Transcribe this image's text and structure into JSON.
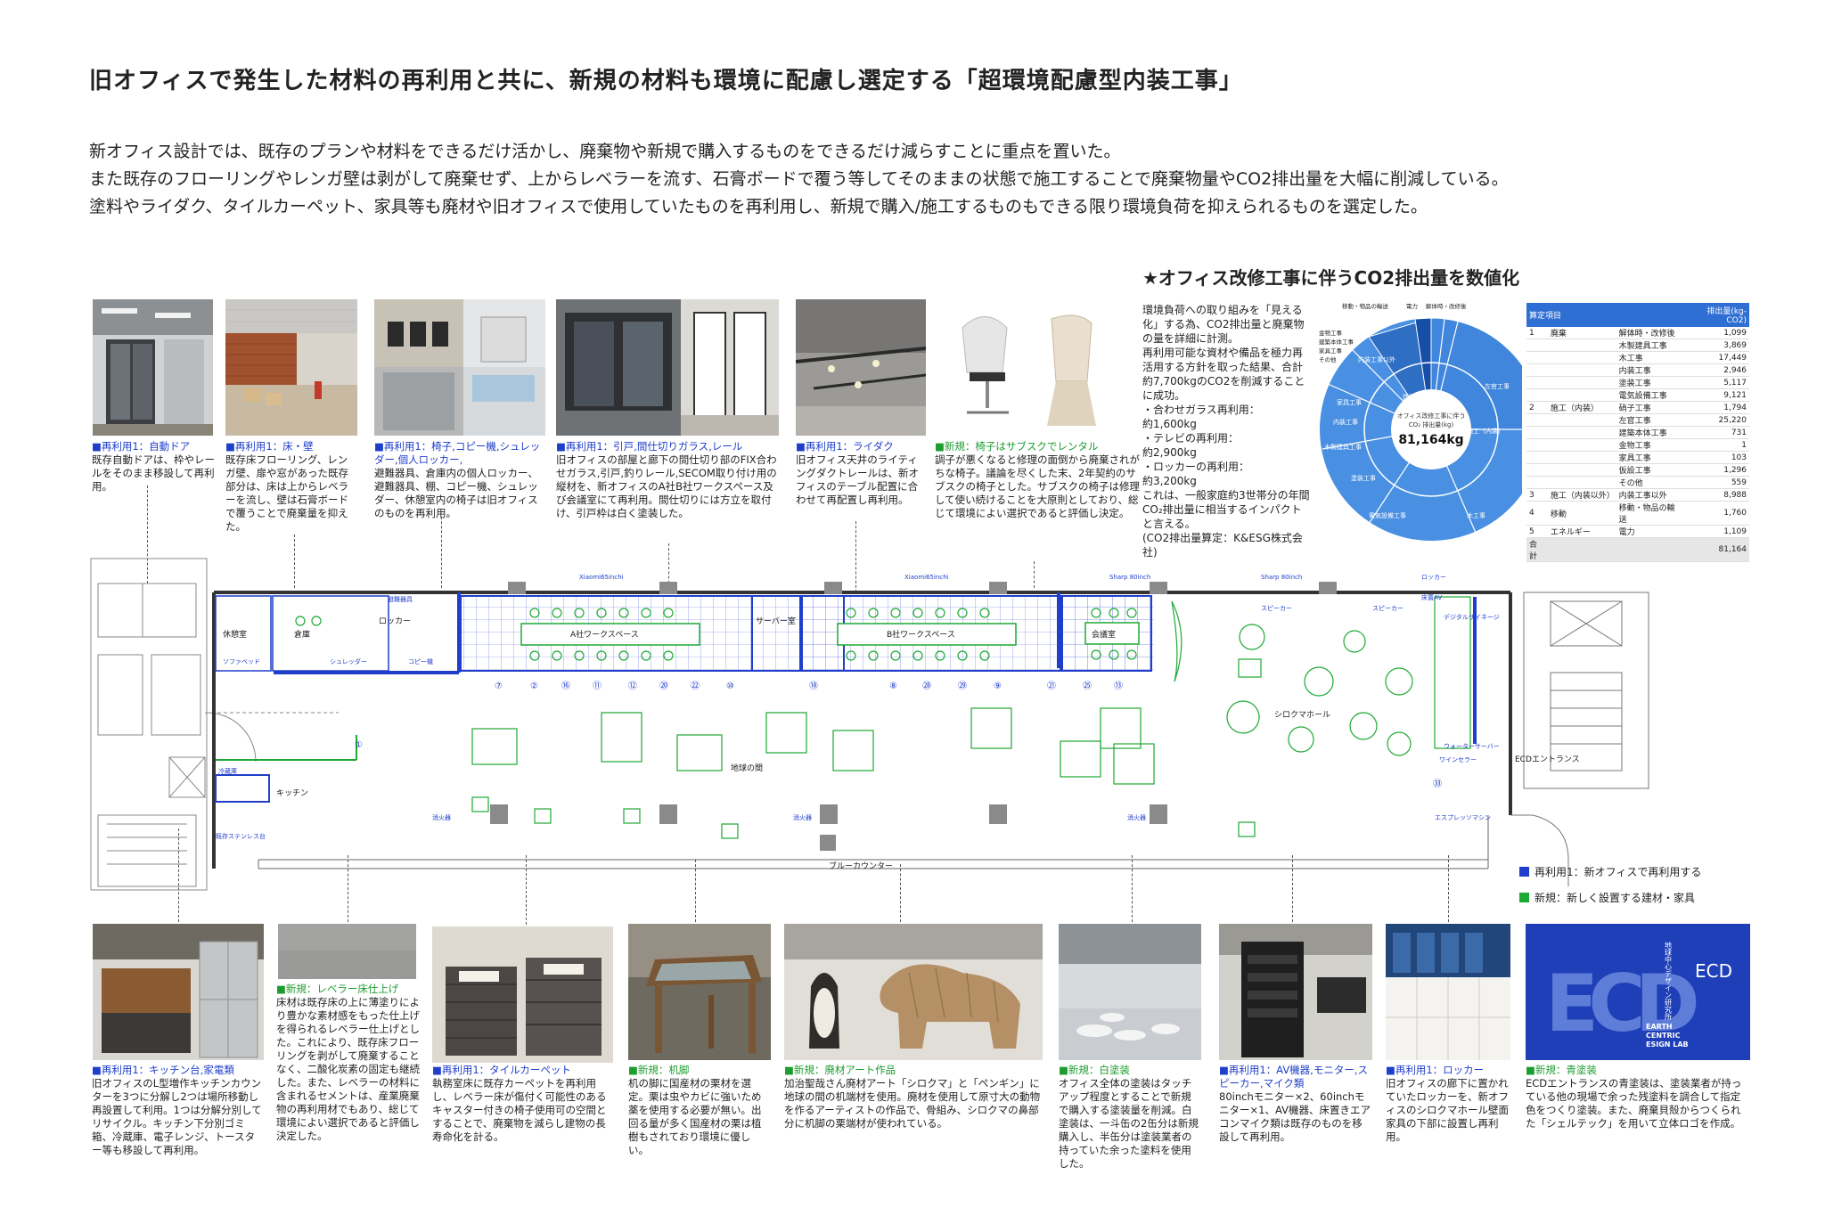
{
  "title": "旧オフィスで発生した材料の再利用と共に、新規の材料も環境に配慮し選定する「超環境配慮型内装工事」",
  "intro": [
    "新オフィス設計では、既存のプランや材料をできるだけ活かし、廃棄物や新規で購入するものをできるだけ減らすことに重点を置いた。",
    "また既存のフローリングやレンガ壁は剥がして廃棄せず、上からレベラーを流す、石膏ボードで覆う等してそのままの状態で施工することで廃棄物量やCO2排出量を大幅に削減している。",
    "塗料やライダク、タイルカーペット、家具等も廃材や旧オフィスで使用していたものを再利用し、新規で購入/施工するものもできる限り環境負荷を抑えられるものを選定した。"
  ],
  "top_items": [
    {
      "tag": "■再利用1：自動ドア",
      "text": "既存自動ドアは、枠やレールをそのまま移設して再利用。"
    },
    {
      "tag": "■再利用1：床・壁",
      "text": "既存床フローリング、レンガ壁、扉や窓があった既存部分は、床は上からレベラーを流し、壁は石膏ボードで覆うことで廃棄量を抑えた。"
    },
    {
      "tag": "■再利用1：椅子,コピー機,シュレッダー,個人ロッカー,",
      "text": "避難器具、倉庫内の個人ロッカー、避難器具、棚、コピー機、シュレッダー、休憩室内の椅子は旧オフィスのものを再利用。"
    },
    {
      "tag": "■再利用1：引戸,間仕切りガラス,レール",
      "text": "旧オフィスの部屋と廊下の間仕切り部のFIX合わせガラス,引戸,釣りレール,SECOM取り付け用の縦材を、新オフィスのA社B社ワークスペース及び会議室にて再利用。間仕切りには方立を取付け、引戸枠は白く塗装した。"
    },
    {
      "tag": "■再利用1：ライダク",
      "text": "旧オフィス天井のライティングダクトレールは、新オフィスのテーブル配置に合わせて再配置し再利用。"
    },
    {
      "tag": "■新規：椅子はサブスクでレンタル",
      "text": "調子が悪くなると修理の面倒から廃棄されがちな椅子。議論を尽くした末、2年契約のサブスクの椅子とした。サブスクの椅子は修理して使い続けることを大原則としており、総じて環境によい選択であると評価し決定。"
    }
  ],
  "co2": {
    "title": "★オフィス改修工事に伴うCO2排出量を数値化",
    "text": [
      "環境負荷への取り組みを「見える化」する為、CO2排出量と廃棄物の量を詳細に計測。",
      "再利用可能な資材や備品を極力再活用する方針を取った結果、合計約7,700kgのCO2を削減することに成功。",
      "・合わせガラス再利用：",
      "約1,600kg",
      "・テレビの再利用：",
      "約2,900kg",
      "・ロッカーの再利用：",
      "約3,200kg",
      "これは、一般家庭約3世帯分の年間CO₂排出量に相当するインパクトと言える。",
      "(CO2排出量算定：K&ESG株式会社)"
    ],
    "donut_center": [
      "オフィス改修工事に伴う",
      "CO₂ 排出量(kg)",
      "81,164kg"
    ],
    "donut_labels": [
      "左官工事",
      "施工（内装）",
      "木工事",
      "電気設備工事",
      "塗装工事",
      "木製建具工事",
      "内装工事",
      "家具工事",
      "内装工事以外",
      "建築本体工事",
      "仮設工事",
      "移動・物品の輸送",
      "電力",
      "解体時・改修後",
      "金物工事",
      "建築本体工事",
      "家具工事",
      "その他"
    ],
    "table_head": [
      "算定項目",
      "",
      "排出量(kg-CO2)"
    ],
    "rows": [
      {
        "no": "1",
        "group": "廃棄",
        "item": "解体時・改修後",
        "val": "1,099"
      },
      {
        "no": "",
        "group": "",
        "item": "木製建具工事",
        "val": "3,869"
      },
      {
        "no": "",
        "group": "",
        "item": "木工事",
        "val": "17,449"
      },
      {
        "no": "",
        "group": "",
        "item": "内装工事",
        "val": "2,946"
      },
      {
        "no": "",
        "group": "",
        "item": "塗装工事",
        "val": "5,117"
      },
      {
        "no": "",
        "group": "",
        "item": "電気設備工事",
        "val": "9,121"
      },
      {
        "no": "2",
        "group": "施工（内装）",
        "item": "硝子工事",
        "val": "1,794"
      },
      {
        "no": "",
        "group": "",
        "item": "左官工事",
        "val": "25,220"
      },
      {
        "no": "",
        "group": "",
        "item": "建築本体工事",
        "val": "731"
      },
      {
        "no": "",
        "group": "",
        "item": "金物工事",
        "val": "1"
      },
      {
        "no": "",
        "group": "",
        "item": "家具工事",
        "val": "103"
      },
      {
        "no": "",
        "group": "",
        "item": "仮設工事",
        "val": "1,296"
      },
      {
        "no": "",
        "group": "",
        "item": "その他",
        "val": "559"
      },
      {
        "no": "3",
        "group": "施工（内装以外）",
        "item": "内装工事以外",
        "val": "8,988"
      },
      {
        "no": "4",
        "group": "移動",
        "item": "移動・物品の輸送",
        "val": "1,760"
      },
      {
        "no": "5",
        "group": "エネルギー",
        "item": "電力",
        "val": "1,109"
      },
      {
        "no": "合計",
        "group": "",
        "item": "",
        "val": "81,164"
      }
    ]
  },
  "plan": {
    "rooms": [
      "休憩室",
      "倉庫",
      "ロッカー",
      "A社ワークスペース",
      "サーバー室",
      "B社ワークスペース",
      "会議室",
      "シロクマホール",
      "地球の間",
      "キッチン",
      "ECDエントランス",
      "ブルーカウンター",
      "スピーカー",
      "スピーカー",
      "ロッカー",
      "床置AV",
      "デジタルサイネージ",
      "ソファベッド",
      "シュレッダー",
      "コピー機",
      "既存ステンレス台",
      "冷蔵庫",
      "ウォーターサーバー",
      "ワインセラー",
      "エスプレッソマシン",
      "消火器",
      "消火器",
      "消火器",
      "Xiaomi65inchi",
      "Xiaomi65inchi",
      "Sharp 80inch",
      "Sharp 80inch",
      "避難器具"
    ],
    "numbers": [
      "⑦",
      "②",
      "⑯",
      "⑪",
      "⑫",
      "⑳",
      "㉒",
      "⑩",
      "⑱",
      "⑧",
      "㉘",
      "㉙",
      "⑨",
      "㉑",
      "㉕",
      "⑬",
      "①",
      "㉝"
    ]
  },
  "legend": [
    {
      "label": "再利用1：新オフィスで再利用する",
      "color": "#1f3ec9"
    },
    {
      "label": "新規：新しく設置する建材・家具",
      "color": "#1ea834"
    }
  ],
  "bottom_items": [
    {
      "tag": "■再利用1：キッチン台,家電類",
      "text": "旧オフィスのL型増作キッチンカウンターを3つに分解し2つは場所移動し再設置して利用。1つは分解分別してリサイクル。キッチン下分別ゴミ箱、冷蔵庫、電子レンジ、トースター等も移設して再利用。"
    },
    {
      "tag": "■新規：レベラー床仕上げ",
      "text": "床材は既存床の上に薄塗りにより豊かな素材感をもった仕上げを得られるレベラー仕上げとした。これにより、既存床フローリングを剥がして廃棄することなく、二酸化炭素の固定も継続した。また、レベラーの材料に含まれるセメントは、産業廃棄物の再利用材でもあり、総じて環境によい選択であると評価し決定した。"
    },
    {
      "tag": "■再利用1：タイルカーペット",
      "text": "執務室床に既存カーペットを再利用し、レベラー床が傷付く可能性のあるキャスター付きの椅子使用可の空間とすることで、廃棄物を減らし建物の長寿命化を計る。"
    },
    {
      "tag": "■新規：机脚",
      "text": "机の脚に国産材の栗材を選定。栗は虫やカビに強いため薬を使用する必要が無い。出回る量が多く国産材の栗は植樹もされており環境に優しい。"
    },
    {
      "tag": "■新規：廃材アート作品",
      "text": "加治聖哉さん廃材アート「シロクマ」と「ペンギン」に地球の間の机端材を使用。廃材を使用して原寸大の動物を作るアーティストの作品で、骨組み、シロクマの鼻部分に机脚の栗端材が使われている。"
    },
    {
      "tag": "■新規：白塗装",
      "text": "オフィス全体の塗装はタッチアップ程度とすることで新規で購入する塗装量を削減。白塗装は、一斗缶の2缶分は新規購入し、半缶分は塗装業者の持っていた余った塗料を使用した。"
    },
    {
      "tag": "■再利用1：AV機器,モニター,スピーカー,マイク類",
      "text": "80inchモニター×2、60inchモニター×1、AV機器、床置きエアコンマイク類は既存のものを移設して再利用。"
    },
    {
      "tag": "■再利用1：ロッカー",
      "text": "旧オフィスの廊下に置かれていたロッカーを、新オフィスのシロクマホール壁面家具の下部に設置し再利用。"
    },
    {
      "tag": "■新規：青塗装",
      "text": "ECDエントランスの青塗装は、塗装業者が持っている他の現場で余った残塗料を調合して指定色をつくり塗装。また、廃棄貝殻からつくられた「シェルテック」を用いて立体ロゴを作成。"
    }
  ],
  "ecd_logo": {
    "letters": "ECD",
    "vertical": "地球中心デザイン研究所",
    "small": "ECD",
    "lines": [
      "EARTH",
      "CENTRIC",
      "ESIGN LAB"
    ]
  }
}
